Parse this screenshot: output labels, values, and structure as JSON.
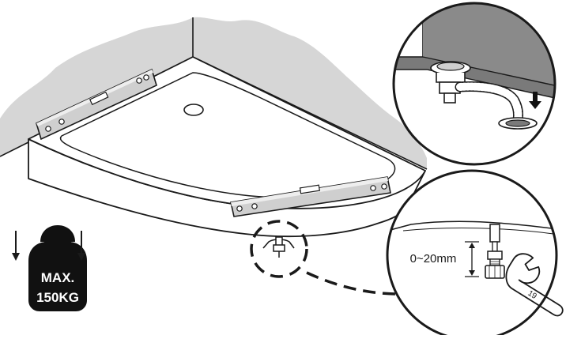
{
  "diagram": {
    "weight_label": {
      "line1": "MAX.",
      "line2": "150KG"
    },
    "adjust_range_label": "0~20mm",
    "wrench_size_label": "19",
    "colors": {
      "wall": "#d6d6d6",
      "floor_detail": "#7a7a7a",
      "outline": "#1a1a1a",
      "tray": "#ffffff",
      "weight_icon": "#111111"
    },
    "icons": [
      "weight-icon",
      "down-arrow-icon",
      "spirit-level-icon",
      "wrench-icon",
      "drain-icon"
    ]
  }
}
